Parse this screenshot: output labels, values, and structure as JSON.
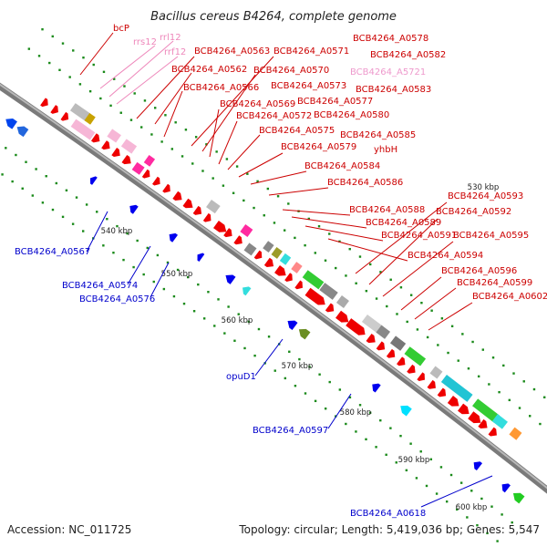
{
  "title": "Bacillus cereus B4264, complete genome",
  "footer": {
    "accession": "Accession: NC_011725",
    "summary": "Topology: circular; Length: 5,419,036 bp; Genes: 5,547"
  },
  "colors": {
    "backbone": "#8a8a8a",
    "forward_label": "#cc0000",
    "reverse_label": "#0000cc",
    "rna_label": "#ee88bb",
    "pseudo_label": "#ee99cc",
    "tick": "#1a8a1a"
  },
  "ticks": [
    "530 kbp",
    "540 kbp",
    "550 kbp",
    "560 kbp",
    "570 kbp",
    "580 kbp",
    "590 kbp",
    "600 kbp"
  ],
  "top_labels": [
    {
      "text": "bcP",
      "kind": "fwd"
    },
    {
      "text": "rrs12",
      "kind": "rna"
    },
    {
      "text": "rrl12",
      "kind": "rna"
    },
    {
      "text": "rrf12",
      "kind": "rna"
    },
    {
      "text": "BCB4264_A0563",
      "kind": "fwd"
    },
    {
      "text": "BCB4264_A0571",
      "kind": "fwd"
    },
    {
      "text": "BCB4264_A0578",
      "kind": "fwd"
    },
    {
      "text": "BCB4264_A0562",
      "kind": "fwd"
    },
    {
      "text": "BCB4264_A0570",
      "kind": "fwd"
    },
    {
      "text": "BCB4264_A0582",
      "kind": "fwd"
    },
    {
      "text": "BCB4264_A5721",
      "kind": "pseudo"
    },
    {
      "text": "BCB4264_A0566",
      "kind": "fwd"
    },
    {
      "text": "BCB4264_A0573",
      "kind": "fwd"
    },
    {
      "text": "BCB4264_A0583",
      "kind": "fwd"
    },
    {
      "text": "BCB4264_A0569",
      "kind": "fwd"
    },
    {
      "text": "BCB4264_A0577",
      "kind": "fwd"
    },
    {
      "text": "BCB4264_A0572",
      "kind": "fwd"
    },
    {
      "text": "BCB4264_A0580",
      "kind": "fwd"
    },
    {
      "text": "BCB4264_A0575",
      "kind": "fwd"
    },
    {
      "text": "BCB4264_A0585",
      "kind": "fwd"
    },
    {
      "text": "BCB4264_A0579",
      "kind": "fwd"
    },
    {
      "text": "yhbH",
      "kind": "fwd"
    },
    {
      "text": "BCB4264_A0584",
      "kind": "fwd"
    },
    {
      "text": "BCB4264_A0586",
      "kind": "fwd"
    },
    {
      "text": "BCB4264_A0593",
      "kind": "fwd"
    },
    {
      "text": "BCB4264_A0588",
      "kind": "fwd"
    },
    {
      "text": "BCB4264_A0592",
      "kind": "fwd"
    },
    {
      "text": "BCB4264_A0589",
      "kind": "fwd"
    },
    {
      "text": "BCB4264_A0591",
      "kind": "fwd"
    },
    {
      "text": "BCB4264_A0595",
      "kind": "fwd"
    },
    {
      "text": "BCB4264_A0594",
      "kind": "fwd"
    },
    {
      "text": "BCB4264_A0596",
      "kind": "fwd"
    },
    {
      "text": "BCB4264_A0599",
      "kind": "fwd"
    },
    {
      "text": "BCB4264_A0602",
      "kind": "fwd"
    }
  ],
  "bottom_labels": [
    {
      "text": "BCB4264_A0567",
      "kind": "rev"
    },
    {
      "text": "BCB4264_A0574",
      "kind": "rev"
    },
    {
      "text": "BCB4264_A0576",
      "kind": "rev"
    },
    {
      "text": "opuD1",
      "kind": "rev"
    },
    {
      "text": "BCB4264_A0597",
      "kind": "rev"
    },
    {
      "text": "BCB4264_A0618",
      "kind": "rev"
    }
  ]
}
